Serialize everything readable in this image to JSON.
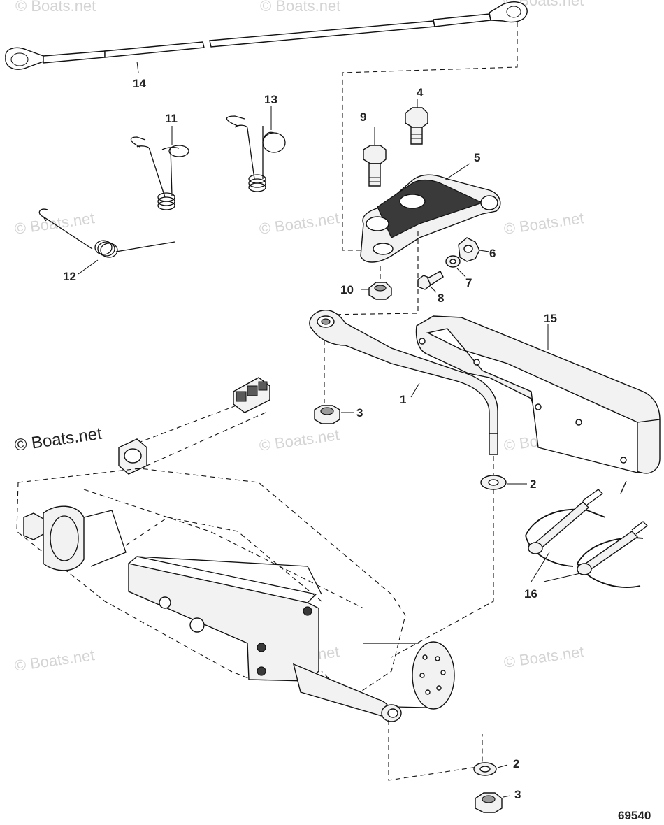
{
  "watermark": "© Boats.net",
  "figure_number": "69540",
  "callouts": [
    {
      "id": "1",
      "label": "1"
    },
    {
      "id": "2a",
      "label": "2"
    },
    {
      "id": "2b",
      "label": "2"
    },
    {
      "id": "3a",
      "label": "3"
    },
    {
      "id": "3b",
      "label": "3"
    },
    {
      "id": "4",
      "label": "4"
    },
    {
      "id": "5",
      "label": "5"
    },
    {
      "id": "6",
      "label": "6"
    },
    {
      "id": "7",
      "label": "7"
    },
    {
      "id": "8",
      "label": "8"
    },
    {
      "id": "9",
      "label": "9"
    },
    {
      "id": "10",
      "label": "10"
    },
    {
      "id": "11",
      "label": "11"
    },
    {
      "id": "12",
      "label": "12"
    },
    {
      "id": "13",
      "label": "13"
    },
    {
      "id": "14",
      "label": "14"
    },
    {
      "id": "15",
      "label": "15"
    },
    {
      "id": "16",
      "label": "16"
    }
  ]
}
